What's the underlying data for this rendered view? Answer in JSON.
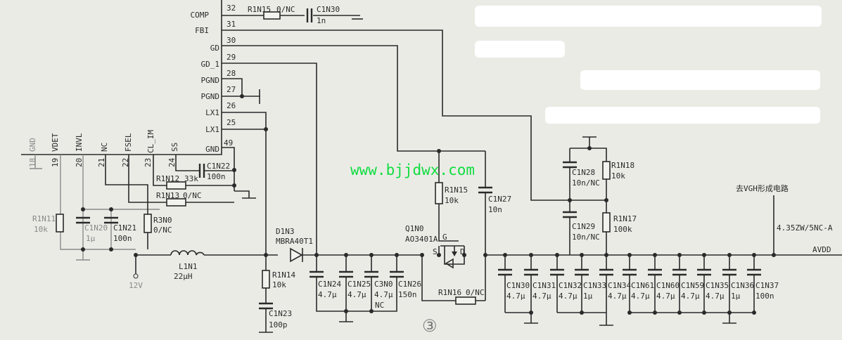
{
  "ic_pins_right": [
    {
      "num": "32",
      "name": "COMP"
    },
    {
      "num": "31",
      "name": "FBI"
    },
    {
      "num": "30",
      "name": "GD"
    },
    {
      "num": "29",
      "name": "GD_1"
    },
    {
      "num": "28",
      "name": "PGND"
    },
    {
      "num": "27",
      "name": "PGND"
    },
    {
      "num": "26",
      "name": "LX1"
    },
    {
      "num": "25",
      "name": "LX1"
    },
    {
      "num": "49",
      "name": "GND"
    }
  ],
  "ic_pins_bottom": [
    {
      "num": "18",
      "name": "GND"
    },
    {
      "num": "19",
      "name": "VDET"
    },
    {
      "num": "20",
      "name": "INVL"
    },
    {
      "num": "21",
      "name": "NC"
    },
    {
      "num": "22",
      "name": "FSEL"
    },
    {
      "num": "23",
      "name": "CL_IM"
    },
    {
      "num": "24",
      "name": "SS"
    }
  ],
  "components": {
    "r1n15a": {
      "ref": "R1N15",
      "value": "0/NC"
    },
    "c1n30a": {
      "ref": "C1N30",
      "value": "1n"
    },
    "c1n22": {
      "ref": "C1N22",
      "value": "100n"
    },
    "r1n12": {
      "ref": "R1N12",
      "value": "33k"
    },
    "r1n13": {
      "ref": "R1N13",
      "value": "0/NC"
    },
    "r1n11": {
      "ref": "R1N11",
      "value": "10k"
    },
    "c1n20": {
      "ref": "C1N20",
      "value": "1μ"
    },
    "c1n21": {
      "ref": "C1N21",
      "value": "100n"
    },
    "r3n0": {
      "ref": "R3N0",
      "value": "0/NC"
    },
    "l1n1": {
      "ref": "L1N1",
      "value": "22μH"
    },
    "d1n3": {
      "ref": "D1N3",
      "value": "MBRA40T1"
    },
    "r1n14": {
      "ref": "R1N14",
      "value": "10k"
    },
    "c1n23": {
      "ref": "C1N23",
      "value": "100p"
    },
    "c1n24": {
      "ref": "C1N24",
      "value": "4.7μ"
    },
    "c1n25": {
      "ref": "C1N25",
      "value": "4.7μ"
    },
    "c3n0": {
      "ref": "C3N0",
      "value": "4.7μ",
      "note": "NC"
    },
    "c1n26": {
      "ref": "C1N26",
      "value": "150n"
    },
    "q1n0": {
      "ref": "Q1N0",
      "value": "AO3401A",
      "g": "G",
      "s": "S",
      "d": "D"
    },
    "r1n15b": {
      "ref": "R1N15",
      "value": "10k"
    },
    "c1n27": {
      "ref": "C1N27",
      "value": "10n"
    },
    "r1n16": {
      "ref": "R1N16",
      "value": "0/NC"
    },
    "c1n28": {
      "ref": "C1N28",
      "value": "10n/NC"
    },
    "r1n18": {
      "ref": "R1N18",
      "value": "10k"
    },
    "c1n29": {
      "ref": "C1N29",
      "value": "10n/NC"
    },
    "r1n17": {
      "ref": "R1N17",
      "value": "100k"
    },
    "c1n30b": {
      "ref": "C1N30",
      "value": "4.7μ"
    },
    "c1n31": {
      "ref": "C1N31",
      "value": "4.7μ"
    },
    "c1n32": {
      "ref": "C1N32",
      "value": "4.7μ"
    },
    "c1n33": {
      "ref": "C1N33",
      "value": "1μ"
    },
    "c1n34": {
      "ref": "C1N34",
      "value": "4.7μ"
    },
    "c1n61": {
      "ref": "C1N61",
      "value": "4.7μ"
    },
    "c1n60": {
      "ref": "C1N60",
      "value": "4.7μ"
    },
    "c1n59": {
      "ref": "C1N59",
      "value": "4.7μ"
    },
    "c1n35": {
      "ref": "C1N35",
      "value": "4.7μ"
    },
    "c1n36": {
      "ref": "C1N36",
      "value": "1μ"
    },
    "c1n37": {
      "ref": "C1N37",
      "value": "100n"
    }
  },
  "nets": {
    "input": "12V",
    "output": "AVDD",
    "vgh_note": "去VGH形成电路",
    "out_voltage": "4.35ZW/5NC-A"
  },
  "watermark": "www.bjjdwx.com",
  "figure_marker": "③"
}
